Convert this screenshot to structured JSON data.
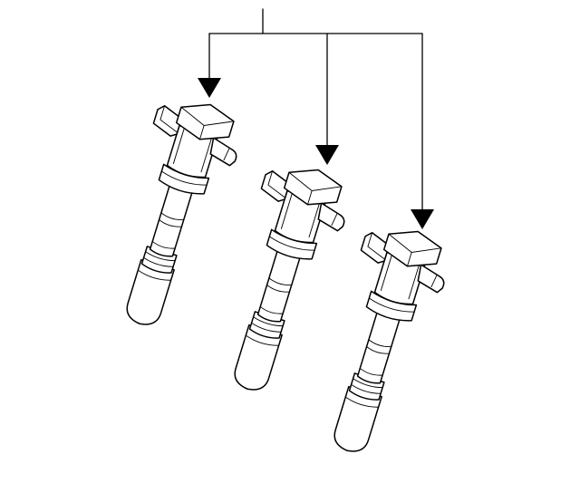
{
  "diagram": {
    "part": "ignition-coil",
    "quantity": 3,
    "line_color": "#000000",
    "background": "#ffffff",
    "callout_targets": 3
  }
}
